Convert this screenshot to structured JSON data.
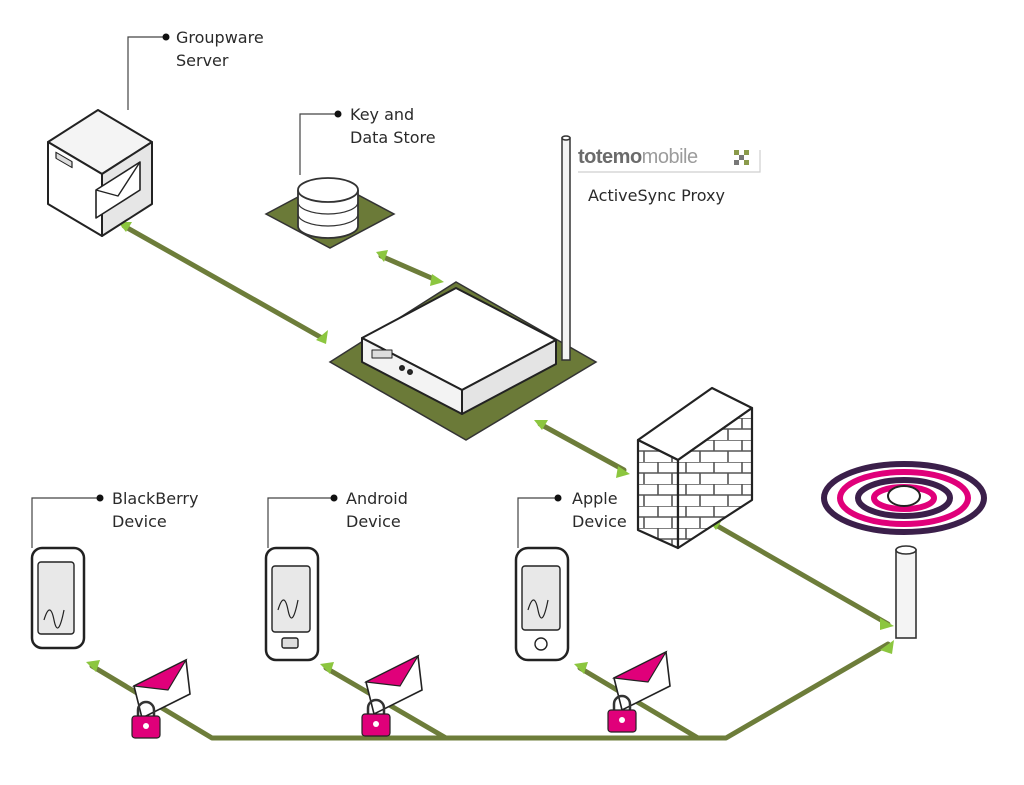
{
  "labels": {
    "groupware": [
      "Groupware",
      "Server"
    ],
    "keystore": [
      "Key and",
      "Data Store"
    ],
    "blackberry": [
      "BlackBerry",
      "Device"
    ],
    "android": [
      "Android",
      "Device"
    ],
    "apple": [
      "Apple",
      "Device"
    ],
    "proxy": "ActiveSync Proxy"
  },
  "logo": {
    "brand": "totemo",
    "product": "mobile"
  },
  "colors": {
    "link": "#6d7d3a",
    "arrow_tip": "#8cc63f",
    "pad": "#6b7a38",
    "encryption": "#e0007a",
    "signal_outer": "#3b1f4a",
    "signal_inner": "#e0007a"
  },
  "icons": [
    "server-icon",
    "database-icon",
    "appliance-icon",
    "firewall-icon",
    "antenna-icon",
    "phone-icon",
    "envelope-icon",
    "lock-icon"
  ]
}
